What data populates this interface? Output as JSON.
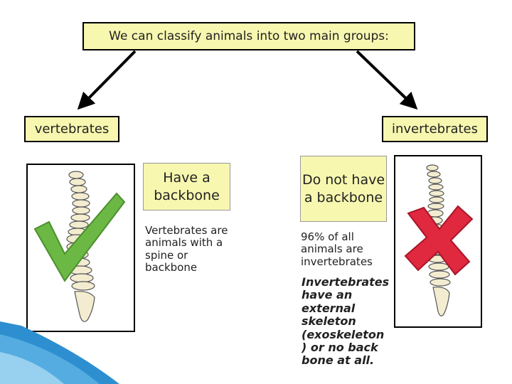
{
  "title": "We can classify animals into two main groups:",
  "groups": {
    "left": "vertebrates",
    "right": "invertebrates"
  },
  "vertebrates": {
    "label": "Have a backbone",
    "description": "Vertebrates are animals with a spine or backbone",
    "mark": "checkmark-icon",
    "mark_color": "#6cb845"
  },
  "invertebrates": {
    "label": "Do not have a backbone",
    "stat": "96% of all animals are invertebrates",
    "note": "Invertebrates have an external skeleton (exoskeleton ) or no back bone at all.",
    "mark": "cross-icon",
    "mark_color": "#e0283e"
  },
  "colors": {
    "box_fill": "#f7f7b0",
    "corner_accent": "#2e8fd0"
  }
}
